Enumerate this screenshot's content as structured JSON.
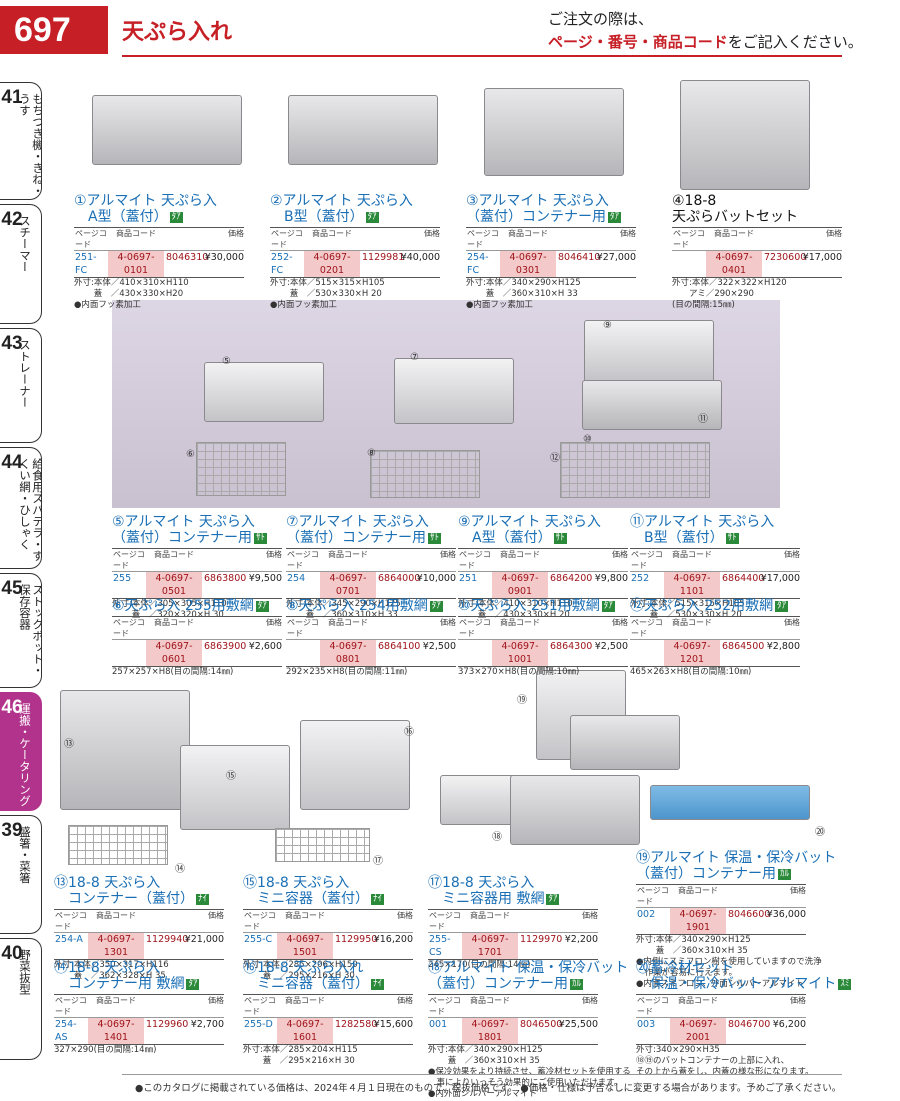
{
  "header": {
    "page_no": "697",
    "title": "天ぷら入れ",
    "order_line1": "ご注文の際は、",
    "order_em": "ページ・番号・商品コード",
    "order_rest": "をご記入ください。"
  },
  "tabs": [
    {
      "num": "41",
      "label": "もちつき機・きね・うす"
    },
    {
      "num": "42",
      "label": "スチーマー"
    },
    {
      "num": "43",
      "label": "ストレーナー"
    },
    {
      "num": "44",
      "label": "給食用スパテラ・すくい網・ひしゃく"
    },
    {
      "num": "45",
      "label": "ストックポット・保存容器"
    },
    {
      "num": "46",
      "label": "運搬・ケータリング"
    },
    {
      "num": "39",
      "label": "盛箸・菜箸"
    },
    {
      "num": "40",
      "label": "野菜抜型"
    }
  ],
  "table_head": {
    "page": "ページコード",
    "code": "商品コード",
    "price": "価格"
  },
  "products": [
    {
      "name": "①アルマイト 天ぷら入",
      "name2": "　A型（蓋付）",
      "badge": "ﾀｱ",
      "page": "251-FC",
      "code": "4-0697-0101",
      "sub": "8046310",
      "price": "¥30,000",
      "spec": [
        "外寸:本体／410×310×H110",
        "　　 蓋　／430×330×H20",
        "●内面フッ素加工"
      ]
    },
    {
      "name": "②アルマイト 天ぷら入",
      "name2": "　B型（蓋付）",
      "badge": "ﾀｱ",
      "page": "252-FC",
      "code": "4-0697-0201",
      "sub": "1129981",
      "price": "¥40,000",
      "spec": [
        "外寸:本体／515×315×H105",
        "　　 蓋　／530×330×H 20",
        "●内面フッ素加工"
      ]
    },
    {
      "name": "③アルマイト 天ぷら入",
      "name2": "（蓋付）コンテナー用",
      "badge": "ﾀｱ",
      "page": "254-FC",
      "code": "4-0697-0301",
      "sub": "8046410",
      "price": "¥27,000",
      "spec": [
        "外寸:本体／340×290×H125",
        "　　 蓋　／360×310×H 33",
        "●内面フッ素加工"
      ]
    },
    {
      "name": "④18-8",
      "name2": "天ぷらバットセット",
      "badge": "",
      "page": "",
      "code": "4-0697-0401",
      "sub": "7230600",
      "price": "¥17,000",
      "spec": [
        "外寸:本体／322×322×H120",
        "　　アミ／290×290",
        "(目の間隔:15㎜)"
      ]
    },
    {
      "name": "⑤アルマイト 天ぷら入",
      "name2": "（蓋付）コンテナー用",
      "badge": "ｻﾄ",
      "page": "255",
      "code": "4-0697-0501",
      "sub": "6863800",
      "price": "¥9,500",
      "spec": [
        "外寸:本体／305×305×H110",
        "　　 蓋　／320×320×H 30"
      ]
    },
    {
      "name": "⑦アルマイト 天ぷら入",
      "name2": "（蓋付）コンテナー用",
      "badge": "ｻﾄ",
      "page": "254",
      "code": "4-0697-0701",
      "sub": "6864000",
      "price": "¥10,000",
      "spec": [
        "外寸:本体／345×290×H125",
        "　　 蓋　／360×310×H 33"
      ]
    },
    {
      "name": "⑨アルマイト 天ぷら入",
      "name2": "　A型（蓋付）",
      "badge": "ｻﾄ",
      "page": "251",
      "code": "4-0697-0901",
      "sub": "6864200",
      "price": "¥9,800",
      "spec": [
        "外寸:本体／410×310×H110",
        "　　 蓋　／430×330×H 20"
      ]
    },
    {
      "name": "⑪アルマイト 天ぷら入",
      "name2": "　B型（蓋付）",
      "badge": "ｻﾄ",
      "page": "252",
      "code": "4-0697-1101",
      "sub": "6864400",
      "price": "¥17,000",
      "spec": [
        "外寸:本体／515×315×H105",
        "　　 蓋　／530×330×H 20"
      ]
    },
    {
      "name": "⑥天ぷら入 255用敷網",
      "name2": "",
      "badge": "ﾀｱ",
      "page": "",
      "code": "4-0697-0601",
      "sub": "6863900",
      "price": "¥2,600",
      "spec": [
        "257×257×H8(目の間隔:14㎜)"
      ]
    },
    {
      "name": "⑧天ぷら入 254用敷網",
      "name2": "",
      "badge": "ﾀｱ",
      "page": "",
      "code": "4-0697-0801",
      "sub": "6864100",
      "price": "¥2,500",
      "spec": [
        "292×235×H8(目の間隔:11㎜)"
      ]
    },
    {
      "name": "⑩天ぷら入 251用敷網",
      "name2": "",
      "badge": "ﾀｱ",
      "page": "",
      "code": "4-0697-1001",
      "sub": "6864300",
      "price": "¥2,500",
      "spec": [
        "373×270×H8(目の間隔:10㎜)"
      ]
    },
    {
      "name": "⑫天ぷら入 252用敷網",
      "name2": "",
      "badge": "ﾀｱ",
      "page": "",
      "code": "4-0697-1201",
      "sub": "6864500",
      "price": "¥2,800",
      "spec": [
        "465×263×H8(目の間隔:10㎜)"
      ]
    },
    {
      "name": "⑬18-8 天ぷら入",
      "name2": "　コンテナー（蓋付）",
      "badge": "ﾅｲ",
      "page": "254-A",
      "code": "4-0697-1301",
      "sub": "1129940",
      "price": "¥21,000",
      "spec": [
        "外寸:本体／350×317×H116",
        "　　 蓋　／362×328×H 35"
      ]
    },
    {
      "name": "⑮18-8 天ぷら入",
      "name2": "　ミニ容器（蓋付）",
      "badge": "ﾅｲ",
      "page": "255-C",
      "code": "4-0697-1501",
      "sub": "1129950",
      "price": "¥16,200",
      "spec": [
        "外寸:本体／285×206×H150",
        "　　 蓋　／295×216×H 30"
      ]
    },
    {
      "name": "⑰18-8 天ぷら入",
      "name2": "　ミニ容器用 敷網",
      "badge": "ﾀｱ",
      "page": "255-CS",
      "code": "4-0697-1701",
      "sub": "1129970",
      "price": "¥2,200",
      "spec": [
        "245×170(目の間隔:14㎜)"
      ]
    },
    {
      "name": "⑲アルマイト 保温・保冷バット",
      "name2": "（蓋付）コンテナー用",
      "badge": "ｶﾙ",
      "page": "002",
      "code": "4-0697-1901",
      "sub": "8046600",
      "price": "¥36,000",
      "spec": [
        "外寸:本体／340×290×H125",
        "　　 蓋　／360×310×H 35",
        "●内側にスミフロン樹を使用していますので洗浄",
        "　作業が容易に行えます。",
        "●内面スミフロン、外面シルバーアルマイト"
      ]
    },
    {
      "name": "⑭18-8 天ぷら入",
      "name2": "　コンテナー用 敷網",
      "badge": "ﾀｱ",
      "page": "254-AS",
      "code": "4-0697-1401",
      "sub": "1129960",
      "price": "¥2,700",
      "spec": [
        "327×290(目の間隔:14㎜)"
      ]
    },
    {
      "name": "⑯18-8 天ぷら入れ",
      "name2": "　ミニ容器（蓋付）",
      "badge": "ﾅｲ",
      "page": "255-D",
      "code": "4-0697-1601",
      "sub": "1282580",
      "price": "¥15,600",
      "spec": [
        "外寸:本体／285×204×H115",
        "　　 蓋　／295×216×H 30"
      ]
    },
    {
      "name": "⑱アルマイト 保温・保冷バット",
      "name2": "（蓋付）コンテナー用",
      "badge": "ｶﾙ",
      "page": "001",
      "code": "4-0697-1801",
      "sub": "8046500",
      "price": "¥25,500",
      "spec": [
        "外寸:本体／340×290×H125",
        "　　 蓋　／360×310×H 35",
        "●保冷効果をより持続させ、蓄冷材セットを使用する",
        "　事によりいっそう効果的にご使用いただけます。",
        "●内外面シルバーアルマイト"
      ]
    },
    {
      "name": "⑳蓄冷材セット",
      "name2": "　保温・保冷バット アルマイト",
      "badge": "ｽﾐ",
      "page": "003",
      "code": "4-0697-2001",
      "sub": "8046700",
      "price": "¥6,200",
      "spec": [
        "外寸:340×290×H35",
        "⑱⑲のバットコンテナーの上部に入れ、",
        "その上から蓋をし、内蓋の様な形になります。"
      ]
    }
  ],
  "callouts": [
    "⑤",
    "⑥",
    "⑦",
    "⑧",
    "⑨",
    "⑩",
    "⑪",
    "⑫",
    "⑬",
    "⑭",
    "⑮",
    "⑯",
    "⑰",
    "⑱",
    "⑲",
    "⑳"
  ],
  "footer": "●このカタログに掲載されている価格は、2024年４月１日現在のもので、税抜価格です。 ●価格・仕様は予告なしに変更する場合があります。予めご了承ください。"
}
